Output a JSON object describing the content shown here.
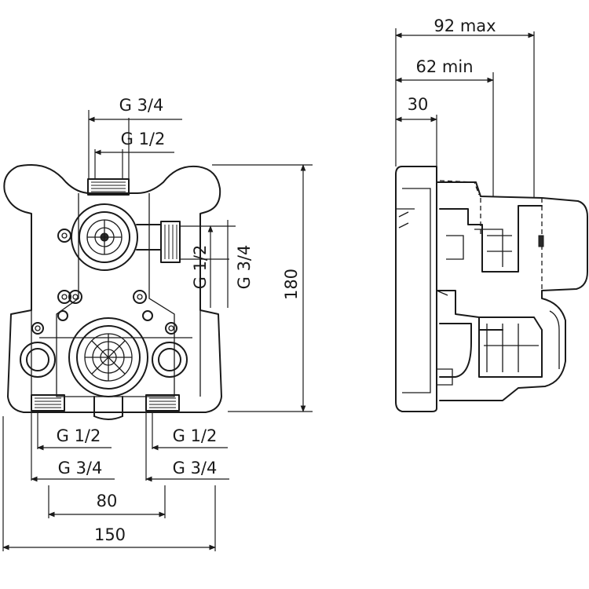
{
  "front_view": {
    "top_outer_thread": "G 3/4",
    "top_inner_thread": "G 1/2",
    "side_inner_thread": "G 1/2",
    "side_outer_thread": "G 3/4",
    "height": "180",
    "bottom_left_inner_thread": "G 1/2",
    "bottom_left_outer_thread": "G 3/4",
    "bottom_right_inner_thread": "G 1/2",
    "bottom_right_outer_thread": "G 3/4",
    "outlet_spacing": "80",
    "width": "150"
  },
  "side_view": {
    "max_depth": "92 max",
    "min_depth": "62 min",
    "base_depth": "30"
  }
}
